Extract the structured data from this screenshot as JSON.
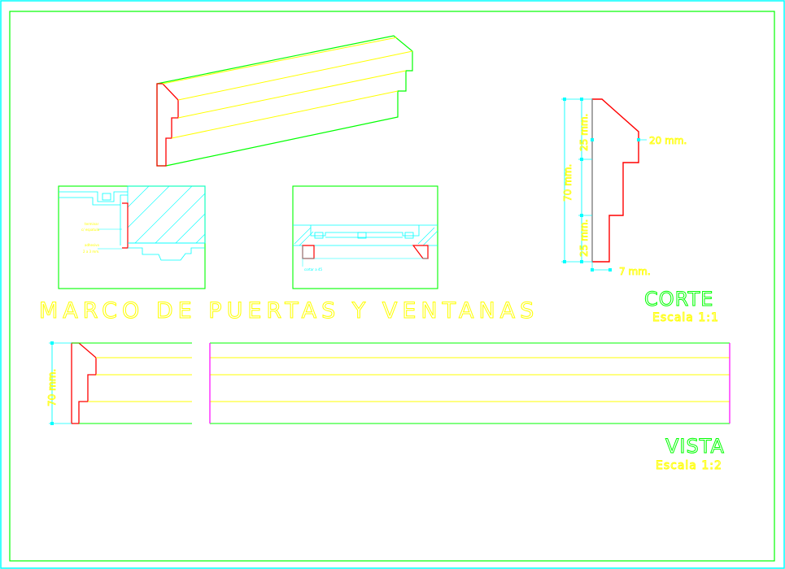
{
  "title": "MARCO DE PUERTAS Y VENTANAS",
  "corte": {
    "heading": "CORTE",
    "scale": "Escala 1:1",
    "dims": {
      "total": "70 mm.",
      "upper": "25 mm.",
      "lower": "25 mm.",
      "step": "20 mm.",
      "base": "7 mm."
    }
  },
  "vista": {
    "heading": "VISTA",
    "scale": "Escala 1:2",
    "dim": "70 mm."
  },
  "detail_notes": {
    "note_1a": "terminar",
    "note_1b": "c/ espatula",
    "note_2a": "adhesivo",
    "note_2b": "2 a 3 mm.",
    "note_3": "cortar a 45"
  },
  "colors": {
    "frame": "#00ff00",
    "profile": "#ff0000",
    "edges": "#ffff00",
    "dimension": "#00ffff",
    "end_line": "#ff00ff",
    "border": "#00ffff"
  }
}
